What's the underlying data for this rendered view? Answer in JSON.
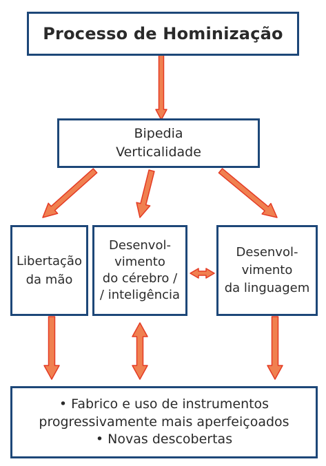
{
  "colors": {
    "box_border": "#1d4778",
    "arrow_fill": "#f08050",
    "arrow_outline": "#e43a24",
    "text": "#2a2a2a"
  },
  "title": "Processo de Hominização",
  "bipedia": {
    "line1": "Bipedia",
    "line2": "Verticalidade"
  },
  "mao": {
    "line1": "Libertação",
    "line2": "da mão"
  },
  "cerebro": {
    "line1": "Desenvol-",
    "line2": "vimento",
    "line3": "do cérebro /",
    "line4": "/ inteligência"
  },
  "linguagem": {
    "line1": "Desenvol-",
    "line2": "vimento",
    "line3": "da linguagem"
  },
  "resultado": {
    "line1": "• Fabrico e uso de instrumentos",
    "line2": "progressivamente mais aperfeiçoados",
    "line3": "• Novas descobertas"
  }
}
